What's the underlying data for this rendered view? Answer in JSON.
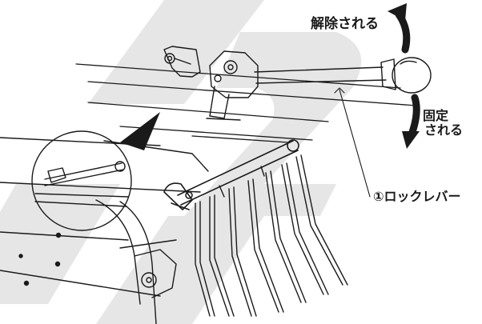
{
  "labels": {
    "release": "解除される",
    "fixed_line1": "固定",
    "fixed_line2": "される",
    "lock_lever": "①ロックレバー"
  },
  "colors": {
    "ink": "#1a1a1a",
    "watermark": "#e6e6e6",
    "background": "#ffffff"
  },
  "icons": {
    "release_arrow": "curved-arrow-up-icon",
    "fixed_arrow": "curved-arrow-down-icon"
  }
}
